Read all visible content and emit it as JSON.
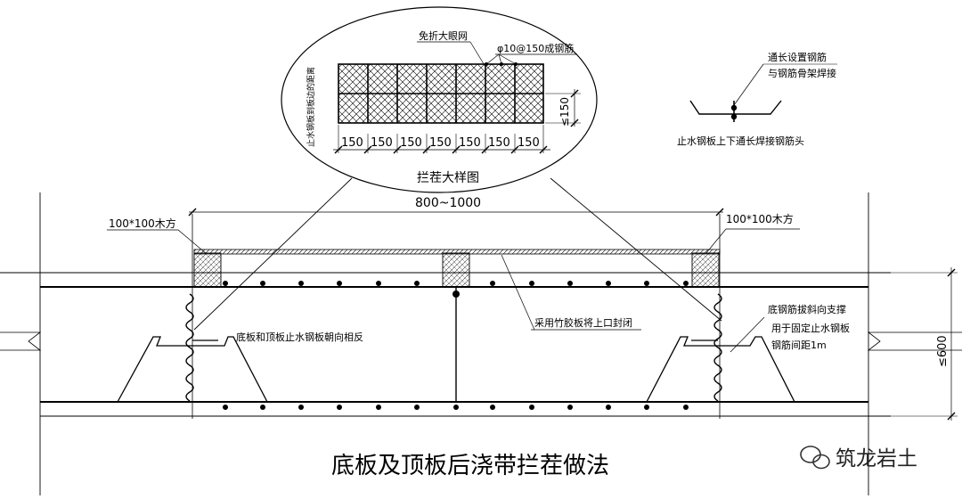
{
  "title": "底板及顶板后浇带拦茬做法",
  "watermark": "筑龙岩土",
  "detail": {
    "caption": "拦茬大样图",
    "label_mesh": "免折大眼网",
    "label_rebar": "φ10@150成钢筋",
    "label_side": "止水钢板到板边的距离",
    "dim_height": "≤150",
    "cells": [
      "150",
      "150",
      "150",
      "150",
      "150",
      "150",
      "150"
    ]
  },
  "right_detail": {
    "label_top_1": "通长设置钢筋",
    "label_top_2": "与钢筋骨架焊接",
    "label_bottom": "止水钢板上下通长焊接钢筋头"
  },
  "main": {
    "dim_width": "800~1000",
    "timber_left": "100*100木方",
    "timber_right": "100*100木方",
    "note_direction": "底板和顶板止水钢板朝向相反",
    "note_cover": "采用竹胶板将上口封闭",
    "note_brace_1": "底钢筋拔斜向支撑",
    "note_brace_2": "用于固定止水钢板",
    "note_brace_3": "钢筋间距1m",
    "dim_depth": "≤600"
  },
  "colors": {
    "line": "#000000",
    "background": "#ffffff"
  }
}
